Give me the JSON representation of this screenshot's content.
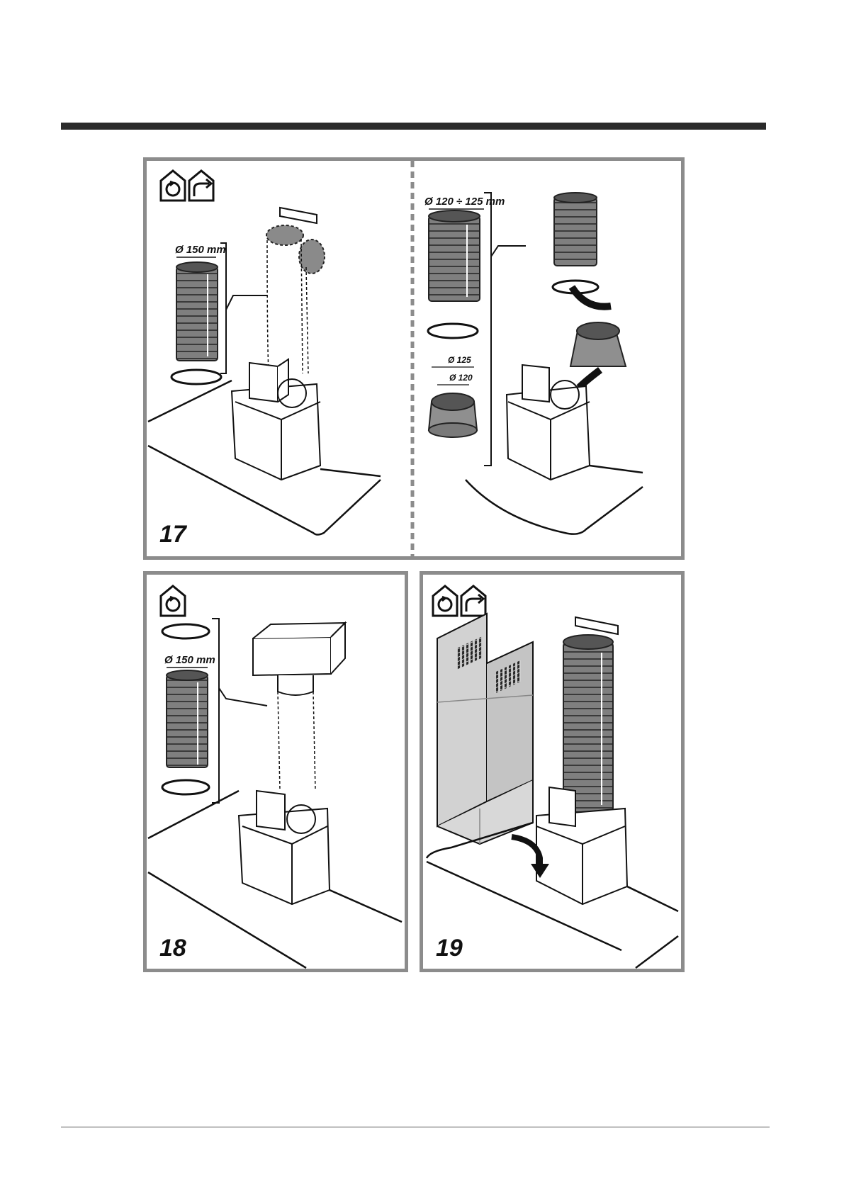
{
  "figures": [
    {
      "number": "17",
      "left_duct_diameter": "Ø 150 mm",
      "right_duct_diameter": "Ø 120 ÷ 125 mm",
      "adapter_outer": "Ø 125",
      "adapter_inner": "Ø 120"
    },
    {
      "number": "18",
      "duct_diameter": "Ø 150 mm"
    },
    {
      "number": "19"
    }
  ],
  "icons": [
    "recirculation-icon",
    "ducted-exhaust-icon"
  ],
  "colors": {
    "frame": "#8c8c8c",
    "duct": "#7a7a7a",
    "chimney": "#cfcfcf",
    "rule": "#2b2b2b"
  }
}
